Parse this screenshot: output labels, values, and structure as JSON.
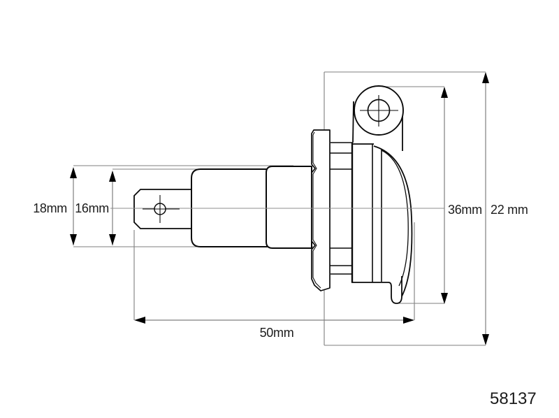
{
  "drawing": {
    "type": "technical-drawing",
    "part_number": "58137",
    "labels": {
      "dim_18": "18mm",
      "dim_16": "16mm",
      "dim_36": "36mm",
      "dim_22": "22 mm",
      "dim_50": "50mm"
    },
    "dimensions_summary": {
      "outer_plug_diameter": "18mm",
      "inner_plug_diameter": "16mm",
      "body_height": "36mm",
      "flange_dimension": "22 mm",
      "overall_length": "50mm"
    },
    "colors": {
      "background": "#ffffff",
      "outline": "#0a0a0a",
      "dimension_line": "#7f7f7f",
      "text": "#1c1c1c",
      "arrowhead": "#000000"
    }
  }
}
